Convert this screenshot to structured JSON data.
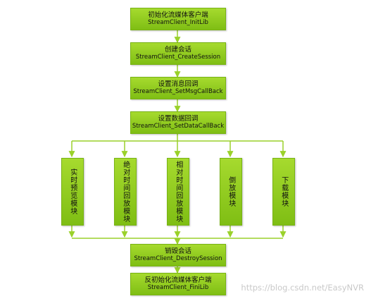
{
  "steps": [
    {
      "cn": "初始化流媒体客户端",
      "en": "StreamClient_InitLib"
    },
    {
      "cn": "创建会话",
      "en": "StreamClient_CreateSession"
    },
    {
      "cn": "设置消息回调",
      "en": "StreamClient_SetMsgCallBack"
    },
    {
      "cn": "设置数据回调",
      "en": "StreamClient_SetDataCallBack"
    },
    {
      "cn": "销毁会话",
      "en": "StreamClient_DestroySession"
    },
    {
      "cn": "反初始化流媒体客户端",
      "en": "StreamClient_FiniLib"
    }
  ],
  "modules": [
    "实时预览模块",
    "绝对时间回放模块",
    "相对时间回放模块",
    "倒放模块",
    "下载模块"
  ],
  "watermark": "https://blog.csdn.net/EasyNVR",
  "colors": {
    "box": "#8cc81e",
    "line": "#9ad12a"
  }
}
